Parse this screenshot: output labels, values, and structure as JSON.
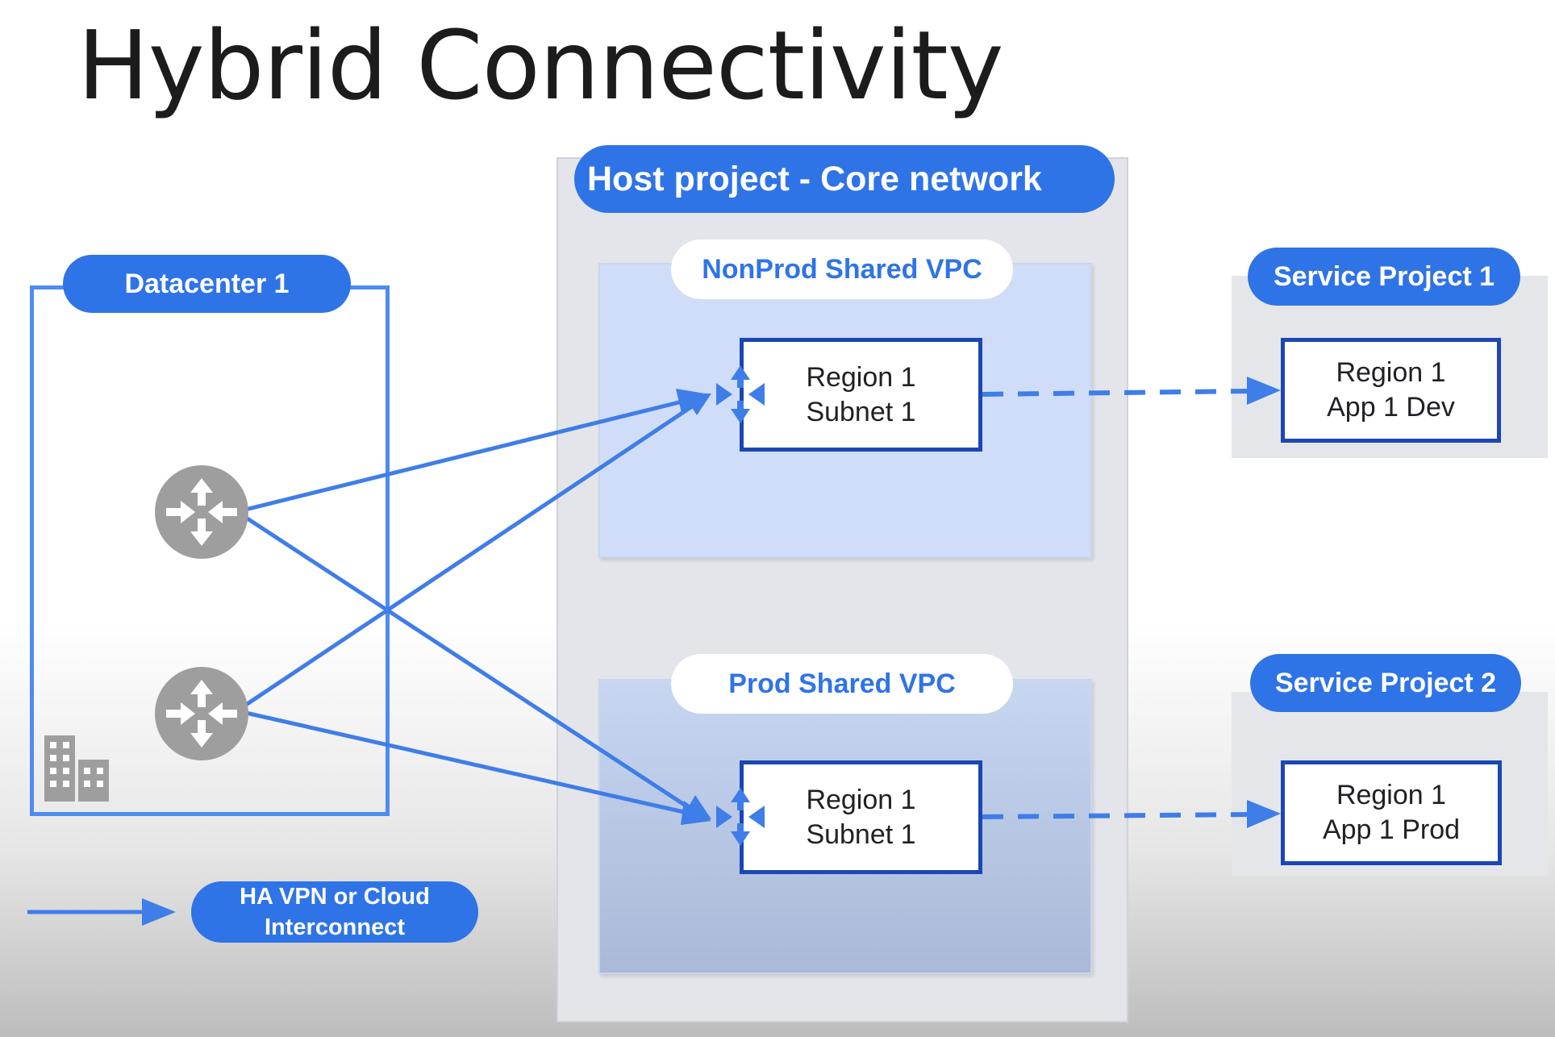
{
  "title": "Hybrid Connectivity",
  "host_project": {
    "label": "Host project - Core network",
    "nonprod_vpc": {
      "label": "NonProd Shared VPC",
      "region_line1": "Region 1",
      "region_line2": "Subnet 1"
    },
    "prod_vpc": {
      "label": "Prod Shared VPC",
      "region_line1": "Region 1",
      "region_line2": "Subnet 1"
    }
  },
  "datacenter": {
    "label": "Datacenter 1"
  },
  "service_projects": [
    {
      "label": "Service Project 1",
      "region_line1": "Region 1",
      "region_line2": "App 1 Dev"
    },
    {
      "label": "Service Project 2",
      "region_line1": "Region 1",
      "region_line2": "App 1 Prod"
    }
  ],
  "legend": {
    "line1": "HA VPN or Cloud",
    "line2": "Interconnect"
  },
  "colors": {
    "accent_blue": "#2f74e6",
    "dark_blue": "#1a47b4",
    "router_gray": "#9e9e9e"
  }
}
